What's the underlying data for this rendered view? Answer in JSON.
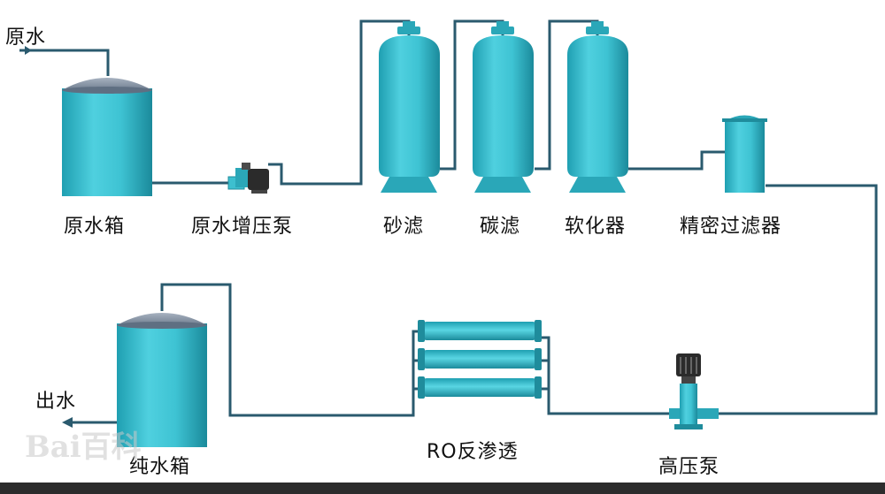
{
  "labels": {
    "raw_water_in": "原水",
    "raw_water_tank": "原水箱",
    "booster_pump": "原水增压泵",
    "sand_filter": "砂滤",
    "carbon_filter": "碳滤",
    "softener": "软化器",
    "precision_filter": "精密过滤器",
    "pure_water_tank": "纯水箱",
    "water_out": "出水",
    "ro_unit": "RO反渗透",
    "high_pressure_pump": "高压泵"
  },
  "watermark": "Bai百科",
  "colors": {
    "vessel": "#3dbfcf",
    "vessel_dark": "#1f8c9c",
    "pipe": "#2a5a6e",
    "dome": "#8a97a8",
    "pump_motor": "#2b2b2b"
  }
}
